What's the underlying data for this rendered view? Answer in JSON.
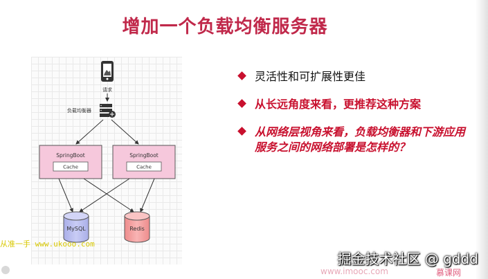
{
  "slide": {
    "title": "增加一个负载均衡服务器"
  },
  "diagram": {
    "client_label": "请求",
    "lb_label": "负载均衡器",
    "servers": [
      {
        "name": "SpringBoot",
        "cache": "Cache"
      },
      {
        "name": "SpringBoot",
        "cache": "Cache"
      }
    ],
    "databases": [
      "MySQL",
      "Redis"
    ]
  },
  "bullets": [
    {
      "text": "灵活性和可扩展性更佳"
    },
    {
      "text": "从长远角度来看，更推荐这种方案"
    },
    {
      "text": "从网络层视角来看，负载均衡器和下游应用服务之间的网络部署是怎样的？"
    }
  ],
  "watermarks": {
    "left": "从准一手 www.ukooo.com",
    "community": "掘金技术社区 @ gddd",
    "site": "www.imooc.com",
    "brand": "慕课网"
  },
  "colors": {
    "title": "#c0284a",
    "accent_red": "#c8102e",
    "server_box": "#f6c8dc",
    "mysql": "#b9bdf0",
    "redis": "#f4a0a0"
  }
}
